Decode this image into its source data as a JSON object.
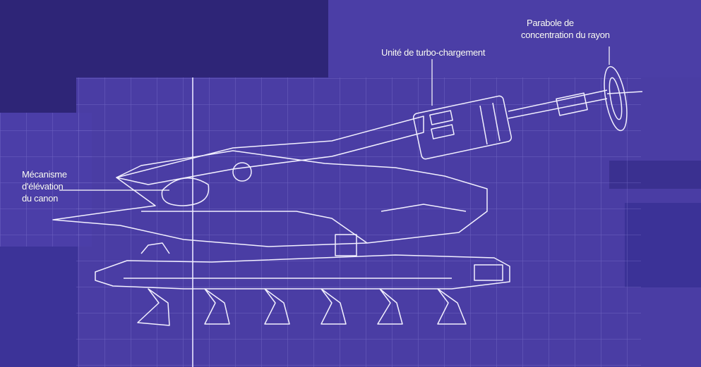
{
  "colors": {
    "background_dark": "#2e2577",
    "blueprint": "#4b3ea6",
    "blueprint_light": "#6a5bc4",
    "grid": "#8a7fd6",
    "line": "#f2f0ff"
  },
  "callouts": {
    "parabole": {
      "line1": "Parabole de",
      "line2": "concentration du rayon"
    },
    "turbo": {
      "line1": "Unité de turbo-chargement"
    },
    "mecanisme": {
      "line1": "Mécanisme",
      "line2": "d'élévation",
      "line3": "du canon"
    }
  }
}
